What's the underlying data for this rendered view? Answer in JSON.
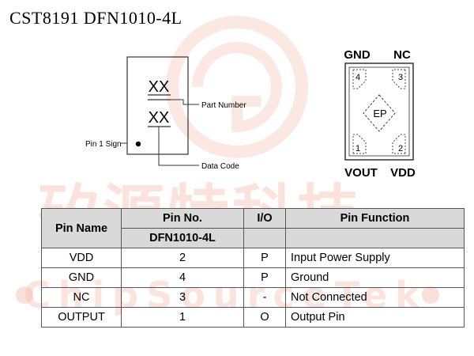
{
  "title": "CST8191 DFN1010-4L",
  "watermark": {
    "cn": "矽源特科技",
    "en": "ChipSourceTek"
  },
  "marking": {
    "line1": "XX",
    "line2": "XX",
    "part_number_label": "Part Number",
    "data_code_label": "Data Code",
    "pin1_label": "Pin 1 Sign"
  },
  "package": {
    "top_left": "GND",
    "top_right": "NC",
    "bottom_left": "VOUT",
    "bottom_right": "VDD",
    "pad_tl": "4",
    "pad_tr": "3",
    "pad_bl": "1",
    "pad_br": "2",
    "center": "EP"
  },
  "table": {
    "headers": {
      "pin_name": "Pin Name",
      "pin_no": "Pin No.",
      "io": "I/O",
      "function": "Pin Function",
      "package": "DFN1010-4L"
    },
    "rows": [
      {
        "name": "VDD",
        "no": "2",
        "io": "P",
        "function": "Input Power Supply"
      },
      {
        "name": "GND",
        "no": "4",
        "io": "P",
        "function": "Ground"
      },
      {
        "name": "NC",
        "no": "3",
        "io": "-",
        "function": "Not Connected"
      },
      {
        "name": "OUTPUT",
        "no": "1",
        "io": "O",
        "function": "Output Pin"
      }
    ]
  }
}
